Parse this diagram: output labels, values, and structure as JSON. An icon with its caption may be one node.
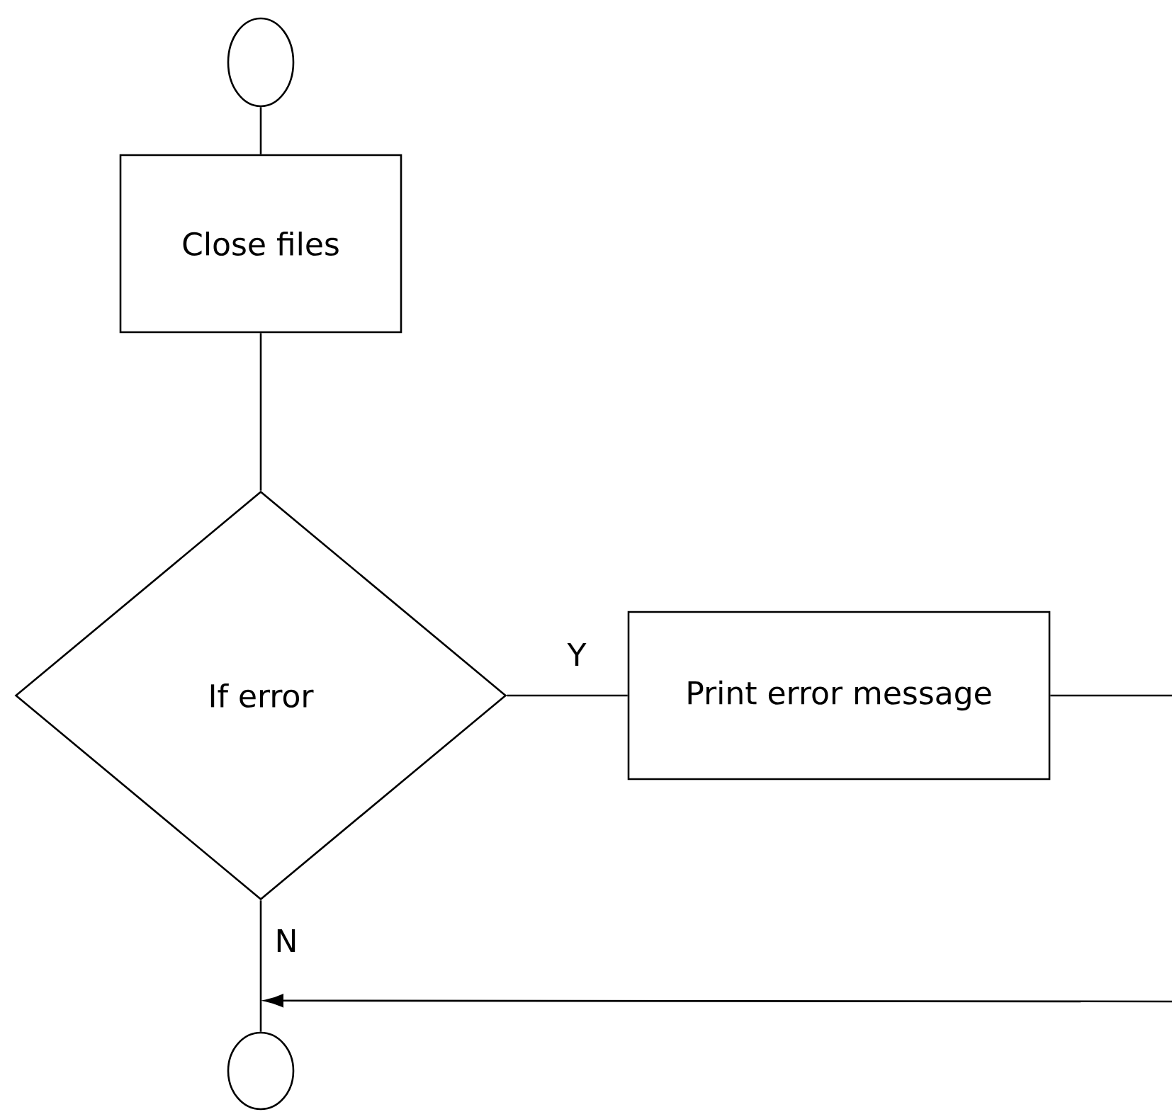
{
  "diagram": {
    "nodes": [
      {
        "text": [],
        "shape": "circle"
      },
      {
        "text": [
          "Close files"
        ]
      },
      {
        "text": [
          "If error"
        ]
      },
      {
        "text": [
          "Print error message"
        ]
      },
      {
        "text": [],
        "shape": "circle"
      }
    ],
    "edges": [
      {
        "from": 0,
        "to": 1,
        "arrow": "none"
      },
      {
        "from": 1,
        "to": 2,
        "arrow": "none"
      },
      {
        "from": 2,
        "to": 3,
        "arrow": "none",
        "label": "Y"
      },
      {
        "from": 2,
        "to": 4,
        "arrow": "none",
        "label": "N"
      },
      {
        "from": 3,
        "to": 4,
        "arrow": "to"
      }
    ]
  }
}
